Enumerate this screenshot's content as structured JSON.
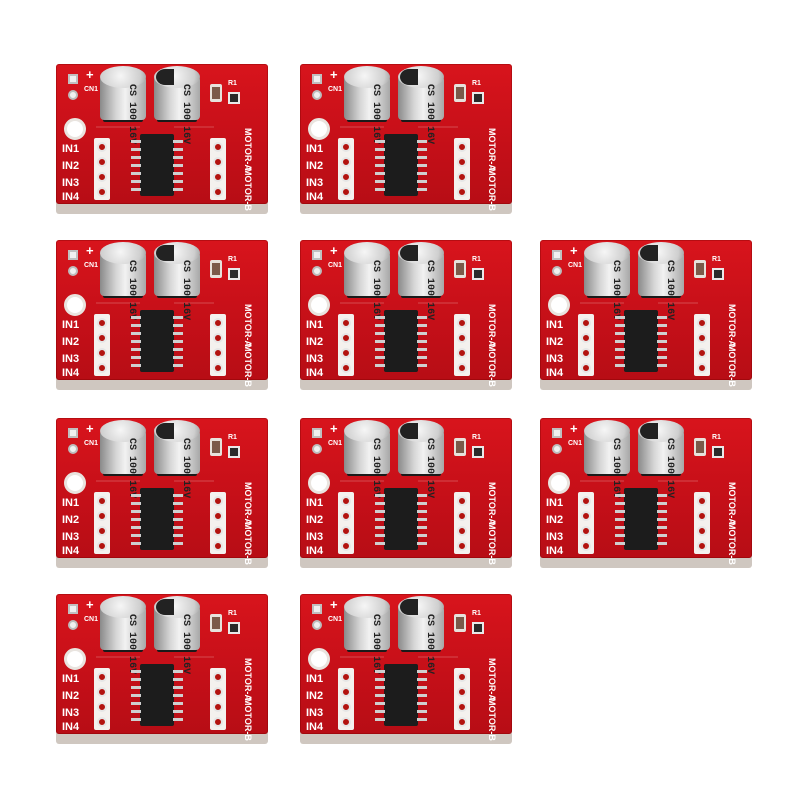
{
  "boards": [
    {
      "id": "board-1"
    },
    {
      "id": "board-2"
    },
    {
      "id": "board-3"
    },
    {
      "id": "board-4"
    },
    {
      "id": "board-5"
    },
    {
      "id": "board-6"
    },
    {
      "id": "board-7"
    },
    {
      "id": "board-8"
    },
    {
      "id": "board-9"
    },
    {
      "id": "board-10"
    }
  ],
  "silkscreen": {
    "inputs": [
      "IN1",
      "IN2",
      "IN3",
      "IN4"
    ],
    "motor_a": "MOTOR-A",
    "motor_b": "MOTOR-B",
    "cn1": "CN1",
    "plus": "+",
    "r1": "R1"
  },
  "capacitor": {
    "line1": "CS",
    "line2": "100",
    "line3": "16V"
  },
  "colors": {
    "pcb": "#c8101a",
    "silkscreen": "#ffffff",
    "background": "#ffffff"
  }
}
